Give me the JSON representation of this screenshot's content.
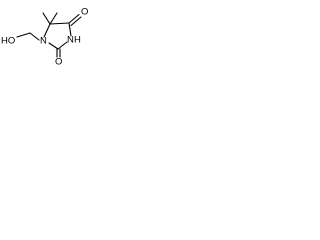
{
  "molecule": {
    "atoms": {
      "hydroxyl": "HO",
      "ring_nitrogen_1": "N",
      "ring_nitrogen_3": "N",
      "imide_hydrogen": "H",
      "carbonyl_oxygen_4": "O",
      "carbonyl_oxygen_2": "O"
    }
  }
}
